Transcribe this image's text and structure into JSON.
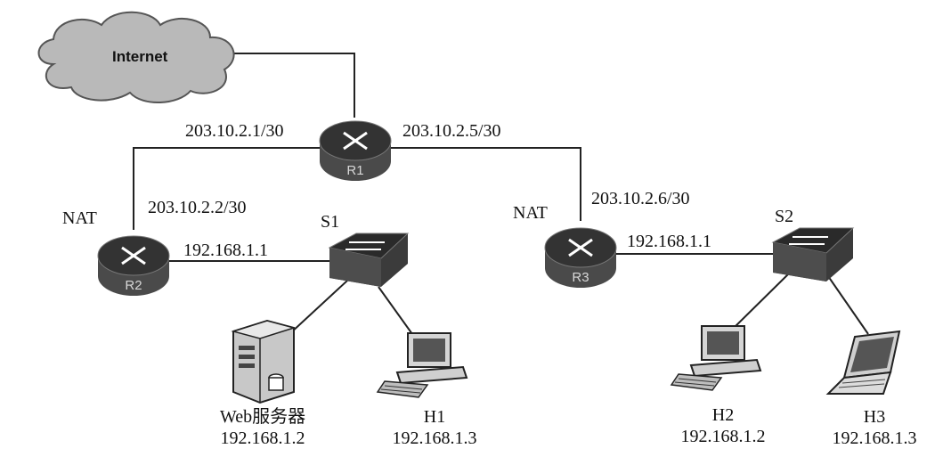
{
  "cloud": {
    "label": "Internet"
  },
  "routers": {
    "r1": {
      "name": "R1"
    },
    "r2": {
      "name": "R2",
      "role": "NAT"
    },
    "r3": {
      "name": "R3",
      "role": "NAT"
    }
  },
  "switches": {
    "s1": {
      "name": "S1"
    },
    "s2": {
      "name": "S2"
    }
  },
  "links": {
    "r1_r2_r1side": "203.10.2.1/30",
    "r1_r3_r1side": "203.10.2.5/30",
    "r1_r2_r2side": "203.10.2.2/30",
    "r1_r3_r3side": "203.10.2.6/30",
    "r2_lan": "192.168.1.1",
    "r3_lan": "192.168.1.1"
  },
  "hosts": {
    "web": {
      "name": "Web服务器",
      "ip": "192.168.1.2"
    },
    "h1": {
      "name": "H1",
      "ip": "192.168.1.3"
    },
    "h2": {
      "name": "H2",
      "ip": "192.168.1.2"
    },
    "h3": {
      "name": "H3",
      "ip": "192.168.1.3"
    }
  }
}
